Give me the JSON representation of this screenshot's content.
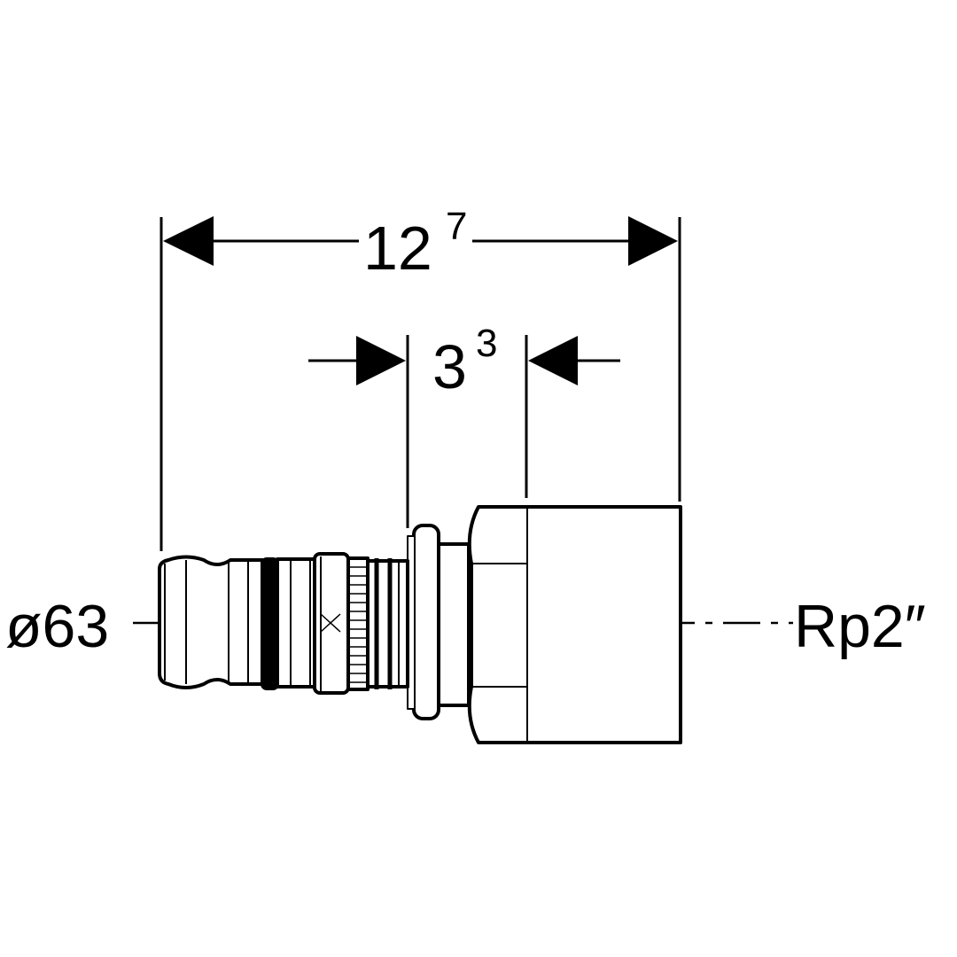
{
  "dimensions": {
    "overall_length": {
      "main": "12",
      "sup": "7"
    },
    "thread_depth": {
      "main": "3",
      "sup": "3"
    }
  },
  "labels": {
    "pipe_diameter": "ø63",
    "thread": "Rp2″"
  },
  "colors": {
    "line": "#000000",
    "background": "#ffffff"
  }
}
